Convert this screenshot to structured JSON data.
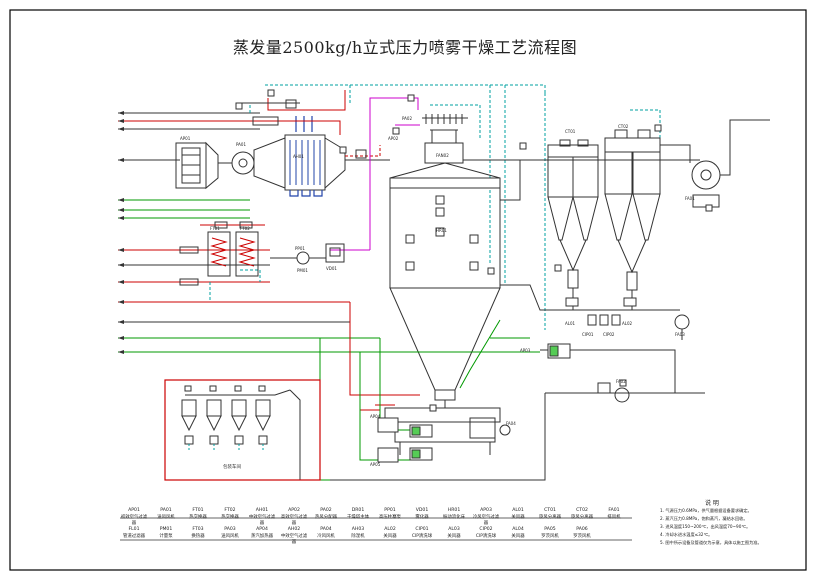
{
  "title": "蒸发量2500kg/h立式压力喷雾干燥工艺流程图",
  "packing_room_label": "包装车间",
  "equipment_tags": [
    "AP01",
    "AP02",
    "FT01",
    "FT02",
    "AH01",
    "HR01",
    "PA01",
    "PA02",
    "PP01",
    "PM01",
    "FAN02",
    "VD01",
    "CT01",
    "CT02",
    "CIP01",
    "CIP02",
    "AL01",
    "AL02",
    "AP03",
    "AP04",
    "AP05",
    "FA01",
    "FA02",
    "FA03",
    "FA04"
  ],
  "legend_row1": [
    {
      "code": "AP01",
      "name": "初效空气过滤器"
    },
    {
      "code": "PA01",
      "name": "送风风机"
    },
    {
      "code": "FT01",
      "name": "热交换器"
    },
    {
      "code": "FT02",
      "name": "热交换器"
    },
    {
      "code": "AH01",
      "name": "中效空气过滤器"
    },
    {
      "code": "AP02",
      "name": "高效空气过滤器"
    },
    {
      "code": "PA02",
      "name": "热风分配器"
    },
    {
      "code": "DR01",
      "name": "干燥塔主体"
    },
    {
      "code": "PP01",
      "name": "高压柱塞泵"
    },
    {
      "code": "VD01",
      "name": "雾化器"
    },
    {
      "code": "HR01",
      "name": "振动流化床"
    },
    {
      "code": "AP03",
      "name": "冷风空气过滤器"
    },
    {
      "code": "AL01",
      "name": "关风器"
    },
    {
      "code": "CT01",
      "name": "旋风分离器"
    },
    {
      "code": "CT02",
      "name": "旋风分离器"
    },
    {
      "code": "FA01",
      "name": "排风机"
    }
  ],
  "legend_row2": [
    {
      "code": "FL01",
      "name": "管道过滤器"
    },
    {
      "code": "PM01",
      "name": "计量泵"
    },
    {
      "code": "FT03",
      "name": "换热器"
    },
    {
      "code": "PA03",
      "name": "送风风机"
    },
    {
      "code": "AP04",
      "name": "蒸汽加热器"
    },
    {
      "code": "AH02",
      "name": "中效空气过滤器"
    },
    {
      "code": "PA04",
      "name": "冷风风机"
    },
    {
      "code": "AH03",
      "name": "除湿机"
    },
    {
      "code": "AL02",
      "name": "关风器"
    },
    {
      "code": "CIP01",
      "name": "CIP清洗球"
    },
    {
      "code": "AL03",
      "name": "关风器"
    },
    {
      "code": "CIP02",
      "name": "CIP清洗球"
    },
    {
      "code": "AL04",
      "name": "关风器"
    },
    {
      "code": "PA05",
      "name": "罗茨风机"
    },
    {
      "code": "PA06",
      "name": "罗茨风机"
    }
  ],
  "notes": {
    "heading": "说  明",
    "lines": [
      "1. 气源压力0.6MPa，供气量根据设备要求确定。",
      "2. 蒸汽压力0.8MPa，饱和蒸汽，凝结水回收。",
      "3. 进风温度150~200℃，出风温度70~90℃。",
      "4. 冷却水进水温度≤32℃。",
      "5. 图中所示设备及管道仅为示意，具体以施工图为准。"
    ]
  },
  "colors": {
    "frame": "#000000",
    "steam": "#cc0000",
    "compressed_air": "#00a0a0",
    "cooling_water": "#009900",
    "product": "#cc00cc",
    "equipment_blue": "#2244aa",
    "packing_room": "#cc0000"
  }
}
